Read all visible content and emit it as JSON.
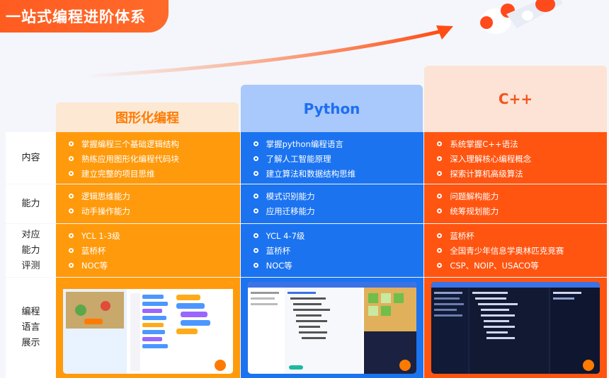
{
  "page": {
    "title": "一站式编程进阶体系"
  },
  "columns": [
    {
      "key": "blocks",
      "title": "图形化编程",
      "color": "#ff9a0c"
    },
    {
      "key": "python",
      "title": "Python",
      "color": "#1b73f0"
    },
    {
      "key": "cpp",
      "title": "C++",
      "color": "#ff5511"
    }
  ],
  "rows": {
    "content": {
      "label": "内容",
      "blocks": [
        "掌握编程三个基础逻辑结构",
        "熟练应用图形化编程代码块",
        "建立完整的项目思维"
      ],
      "python": [
        "掌握python编程语言",
        "了解人工智能原理",
        "建立算法和数据结构思维"
      ],
      "cpp": [
        "系统掌握C++语法",
        "深入理解核心编程概念",
        "探索计算机高级算法"
      ]
    },
    "ability": {
      "label": "能力",
      "blocks": [
        "逻辑思维能力",
        "动手操作能力"
      ],
      "python": [
        "模式识别能力",
        "应用迁移能力"
      ],
      "cpp": [
        "问题解构能力",
        "统筹规划能力"
      ]
    },
    "evaluation": {
      "label_lines": [
        "对应",
        "能力",
        "评测"
      ],
      "blocks": [
        "YCL 1-3级",
        "蓝桥杯",
        "NOC等"
      ],
      "python": [
        "YCL 4-7级",
        "蓝桥杯",
        "NOC等"
      ],
      "cpp": [
        "蓝桥杯",
        "全国青少年信息学奥林匹克竞赛",
        "CSP、NOIP、USACO等"
      ]
    },
    "showcase": {
      "label_lines": [
        "编程",
        "语言",
        "展示"
      ]
    }
  }
}
